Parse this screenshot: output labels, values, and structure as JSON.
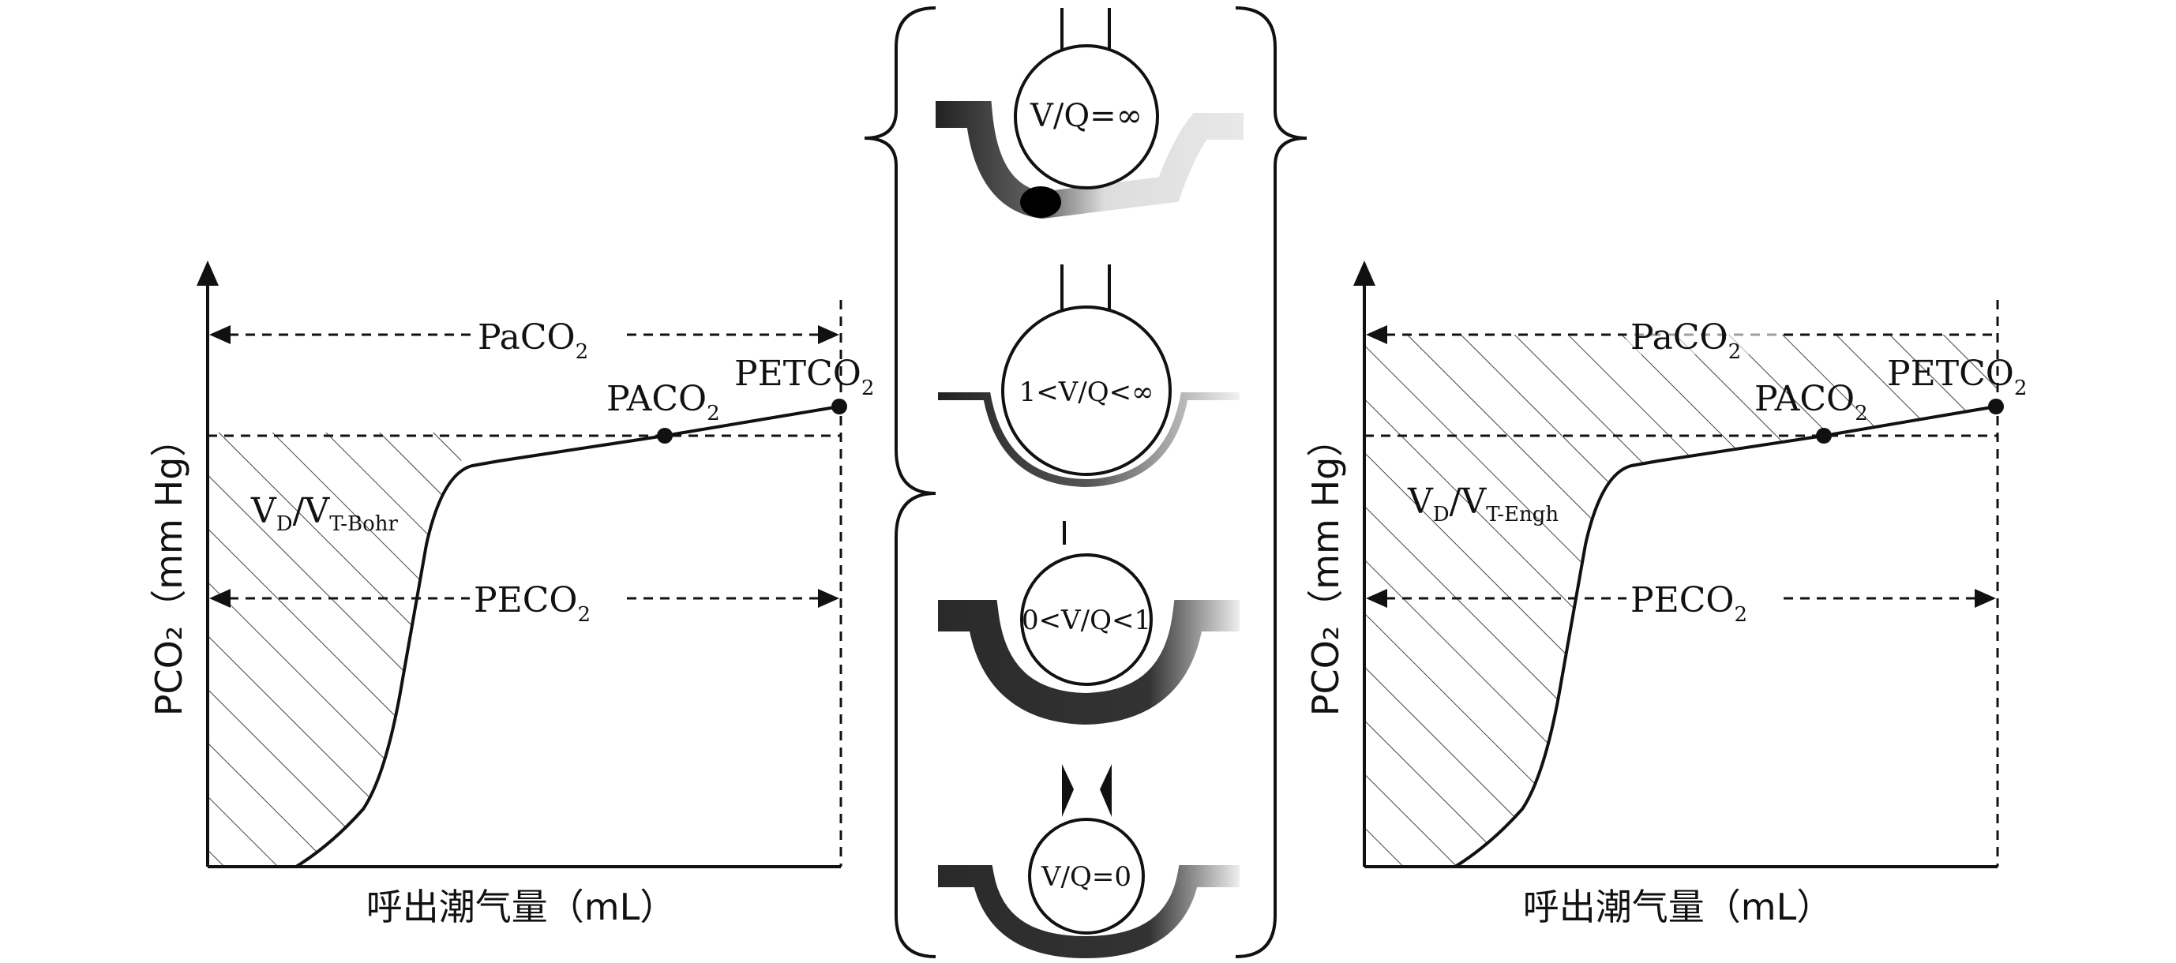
{
  "colors": {
    "ink": "#111111",
    "vessel_dark": "#333333",
    "vessel_light": "#cccccc"
  },
  "left_plot": {
    "y_axis_title": "PCO₂（mm Hg）",
    "x_axis_title": "呼出潮气量（mL）",
    "paco2_label": "PaCO",
    "paco2_sub": "2",
    "petco2_label": "PETCO",
    "petco2_sub": "2",
    "paco2_alv_label": "PACO",
    "paco2_alv_sub": "2",
    "peco2_label": "PECO",
    "peco2_sub": "2",
    "fraction_main": "V",
    "fraction_sub_d": "D",
    "fraction_mid": "/V",
    "fraction_sub_t": "T-Bohr"
  },
  "right_plot": {
    "y_axis_title": "PCO₂（mm Hg）",
    "x_axis_title": "呼出潮气量（mL）",
    "paco2_label": "PaCO",
    "paco2_sub": "2",
    "petco2_label": "PETCO",
    "petco2_sub": "2",
    "paco2_alv_label": "PACO",
    "paco2_alv_sub": "2",
    "peco2_label": "PECO",
    "peco2_sub": "2",
    "fraction_main": "V",
    "fraction_sub_d": "D",
    "fraction_mid": "/V",
    "fraction_sub_t": "T-Engh"
  },
  "alveoli": [
    {
      "label": "V/Q=∞",
      "icon": "alveolus-dead-space-icon"
    },
    {
      "label": "1<V/Q<∞",
      "icon": "alveolus-high-vq-icon"
    },
    {
      "label": "0<V/Q<1",
      "icon": "alveolus-low-vq-icon"
    },
    {
      "label": "V/Q=0",
      "icon": "alveolus-shunt-icon"
    }
  ]
}
